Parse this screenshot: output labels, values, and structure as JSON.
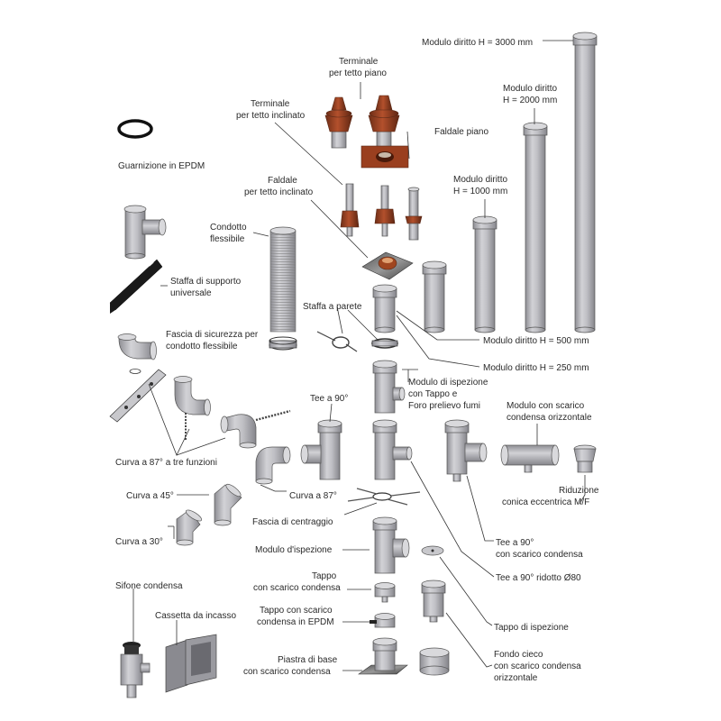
{
  "labels": {
    "modulo_3000": "Modulo diritto H = 3000 mm",
    "modulo_2000_a": "Modulo diritto",
    "modulo_2000_b": "H = 2000 mm",
    "modulo_1000_a": "Modulo diritto",
    "modulo_1000_b": "H = 1000 mm",
    "modulo_500": "Modulo diritto H = 500 mm",
    "modulo_250": "Modulo diritto H = 250 mm",
    "terminale_piano_a": "Terminale",
    "terminale_piano_b": "per tetto piano",
    "terminale_inclinato_a": "Terminale",
    "terminale_inclinato_b": "per tetto inclinato",
    "faldale_piano": "Faldale piano",
    "faldale_inclinato_a": "Faldale",
    "faldale_inclinato_b": "per tetto inclinato",
    "guarnizione": "Guarnizione in EPDM",
    "condotto_flessibile_a": "Condotto",
    "condotto_flessibile_b": "flessibile",
    "staffa_supporto_a": "Staffa di supporto",
    "staffa_supporto_b": "universale",
    "staffa_parete": "Staffa a parete",
    "fascia_sicurezza_a": "Fascia di sicurezza per",
    "fascia_sicurezza_b": "condotto flessibile",
    "modulo_ispezione_tappo_a": "Modulo di ispezione",
    "modulo_ispezione_tappo_b": "con Tappo e",
    "modulo_ispezione_tappo_c": "Foro prelievo fumi",
    "tee_90": "Tee a 90°",
    "modulo_scarico_orizz_a": "Modulo con scarico",
    "modulo_scarico_orizz_b": "condensa orizzontale",
    "curva_87_tre": "Curva a 87° a tre funzioni",
    "riduzione_a": "Riduzione",
    "riduzione_b": "conica eccentrica M/F",
    "curva_45": "Curva a 45°",
    "curva_87": "Curva a 87°",
    "fascia_centraggio": "Fascia di centraggio",
    "curva_30": "Curva a 30°",
    "tee_90_scarico_a": "Tee a 90°",
    "tee_90_scarico_b": "con scarico condensa",
    "modulo_ispezione": "Modulo d'ispezione",
    "tee_90_ridotto": "Tee a 90° ridotto Ø80",
    "sifone": "Sifone condensa",
    "tappo_scarico_a": "Tappo",
    "tappo_scarico_b": "con scarico condensa",
    "cassetta": "Cassetta da incasso",
    "tappo_ispezione": "Tappo di ispezione",
    "tappo_epdm_a": "Tappo con scarico",
    "tappo_epdm_b": "condensa in EPDM",
    "fondo_cieco_a": "Fondo cieco",
    "fondo_cieco_b": "con scarico condensa",
    "fondo_cieco_c": "orizzontale",
    "piastra_a": "Piastra di base",
    "piastra_b": "con scarico condensa"
  }
}
